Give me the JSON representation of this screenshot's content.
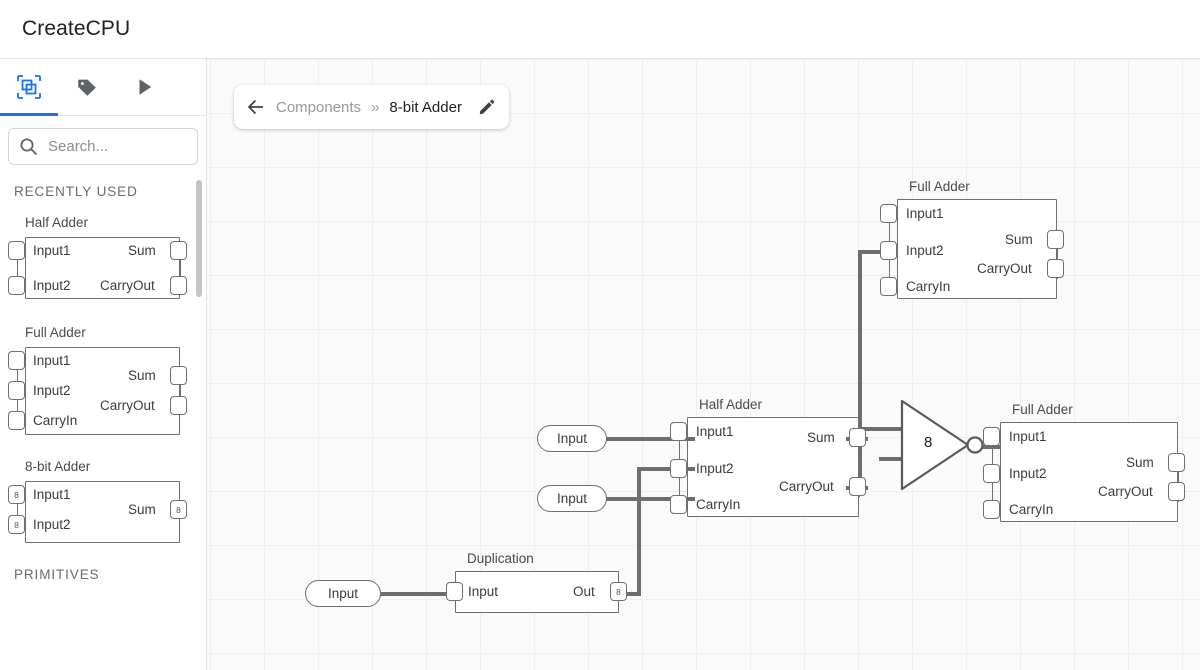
{
  "app": {
    "title": "CreateCPU"
  },
  "sidebar": {
    "tabs": [
      {
        "name": "components",
        "icon": "components-icon",
        "active": true
      },
      {
        "name": "labels",
        "icon": "tag-icon",
        "active": false
      },
      {
        "name": "run",
        "icon": "play-icon",
        "active": false
      }
    ],
    "search": {
      "placeholder": "Search...",
      "value": "",
      "icon": "search-icon"
    },
    "sections": [
      {
        "title": "RECENTLY USED"
      },
      {
        "title": "PRIMITIVES"
      }
    ],
    "recently_used": [
      {
        "name": "Half Adder",
        "inputs": [
          {
            "label": "Input1",
            "bits": ""
          },
          {
            "label": "Input2",
            "bits": ""
          }
        ],
        "outputs": [
          {
            "label": "Sum",
            "bits": ""
          },
          {
            "label": "CarryOut",
            "bits": ""
          }
        ]
      },
      {
        "name": "Full Adder",
        "inputs": [
          {
            "label": "Input1",
            "bits": ""
          },
          {
            "label": "Input2",
            "bits": ""
          },
          {
            "label": "CarryIn",
            "bits": ""
          }
        ],
        "outputs": [
          {
            "label": "Sum",
            "bits": ""
          },
          {
            "label": "CarryOut",
            "bits": ""
          }
        ]
      },
      {
        "name": "8-bit Adder",
        "inputs": [
          {
            "label": "Input1",
            "bits": "8"
          },
          {
            "label": "Input2",
            "bits": "8"
          }
        ],
        "outputs": [
          {
            "label": "Sum",
            "bits": "8"
          }
        ]
      }
    ]
  },
  "breadcrumb": {
    "back_icon": "arrow-left-icon",
    "parent": "Components",
    "separator": "»",
    "current": "8-bit Adder",
    "edit_icon": "pencil-icon"
  },
  "canvas": {
    "terminals": [
      {
        "id": "in-a",
        "label": "Input"
      },
      {
        "id": "in-b",
        "label": "Input"
      },
      {
        "id": "in-c",
        "label": "Input"
      }
    ],
    "nodes": [
      {
        "id": "full-adder-top",
        "title": "Full Adder",
        "inputs": [
          {
            "label": "Input1",
            "bits": ""
          },
          {
            "label": "Input2",
            "bits": ""
          },
          {
            "label": "CarryIn",
            "bits": ""
          }
        ],
        "outputs": [
          {
            "label": "Sum",
            "bits": ""
          },
          {
            "label": "CarryOut",
            "bits": ""
          }
        ]
      },
      {
        "id": "half-adder-mid",
        "title": "Half Adder",
        "inputs": [
          {
            "label": "Input1",
            "bits": ""
          },
          {
            "label": "Input2",
            "bits": ""
          },
          {
            "label": "CarryIn",
            "bits": ""
          }
        ],
        "outputs": [
          {
            "label": "Sum",
            "bits": ""
          },
          {
            "label": "CarryOut",
            "bits": ""
          }
        ]
      },
      {
        "id": "full-adder-right",
        "title": "Full Adder",
        "inputs": [
          {
            "label": "Input1",
            "bits": ""
          },
          {
            "label": "Input2",
            "bits": ""
          },
          {
            "label": "CarryIn",
            "bits": ""
          }
        ],
        "outputs": [
          {
            "label": "Sum",
            "bits": ""
          },
          {
            "label": "CarryOut",
            "bits": ""
          }
        ]
      },
      {
        "id": "duplication",
        "title": "Duplication",
        "inputs": [
          {
            "label": "Input",
            "bits": ""
          }
        ],
        "outputs": [
          {
            "label": "Out",
            "bits": "8"
          }
        ]
      }
    ],
    "merge_gate": {
      "id": "merge-8",
      "label": "8"
    }
  },
  "colors": {
    "accent": "#1a73e8",
    "wire": "#6e6e6e",
    "node_border": "#707070",
    "canvas_bg": "#fafafa",
    "grid": "#efefef"
  }
}
